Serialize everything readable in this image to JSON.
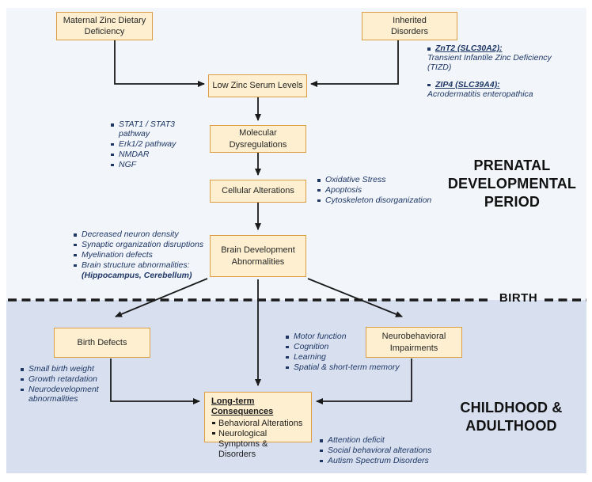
{
  "labels": {
    "prenatal": "PRENATAL DEVELOPMENTAL PERIOD",
    "birth": "BIRTH",
    "childhood": "CHILDHOOD & ADULTHOOD"
  },
  "boxes": {
    "maternal": {
      "label": "Maternal Zinc Dietary Deficiency"
    },
    "inherited": {
      "label": "Inherited Disorders"
    },
    "low_zinc": {
      "label": "Low Zinc Serum Levels"
    },
    "molecular": {
      "label": "Molecular Dysregulations"
    },
    "cellular": {
      "label": "Cellular Alterations"
    },
    "brain_dev": {
      "label": "Brain Development Abnormalities"
    },
    "birth_defects": {
      "label": "Birth Defects"
    },
    "neurobehavioral": {
      "label": "Neurobehavioral Impairments"
    },
    "long_term": {
      "title": "Long-term Consequences",
      "items": [
        "Behavioral Alterations",
        "Neurological Symptoms & Disorders"
      ]
    }
  },
  "annotations": {
    "inherited_genes": {
      "entries": [
        {
          "gene": "ZnT2 (SLC30A2):",
          "desc": "Transient Infantile Zinc Deficiency (TIZD)"
        },
        {
          "gene": "ZIP4 (SLC39A4):",
          "desc": "Acrodermatitis enteropathica"
        }
      ]
    },
    "molecular_pathways": {
      "items": [
        "STAT1 / STAT3 pathway",
        "Erk1/2 pathway",
        "NMDAR",
        "NGF"
      ]
    },
    "cellular_effects": {
      "items": [
        "Oxidative Stress",
        "Apoptosis",
        "Cytoskeleton disorganization"
      ]
    },
    "brain_effects": {
      "items": [
        "Decreased neuron density",
        "Synaptic organization disruptions",
        "Myelination defects",
        "Brain structure abnormalities:"
      ],
      "note": "(Hippocampus, Cerebellum)"
    },
    "birth_defect_signs": {
      "items": [
        "Small birth weight",
        "Growth retardation",
        "Neurodevelopment abnormalities"
      ]
    },
    "neurobehavioral_domains": {
      "items": [
        "Motor function",
        "Cognition",
        "Learning",
        "Spatial & short-term memory"
      ]
    },
    "long_term_outcomes": {
      "items": [
        "Attention deficit",
        "Social behavioral alterations",
        "Autism Spectrum Disorders"
      ]
    }
  },
  "colors": {
    "box_fill": "#fdefcf",
    "box_border": "#dd9d42",
    "annotation_text": "#1e3765",
    "prenatal_bg": "#f2f5fa",
    "postnatal_bg": "#d8e0ef",
    "arrow": "#1a1a1a"
  }
}
